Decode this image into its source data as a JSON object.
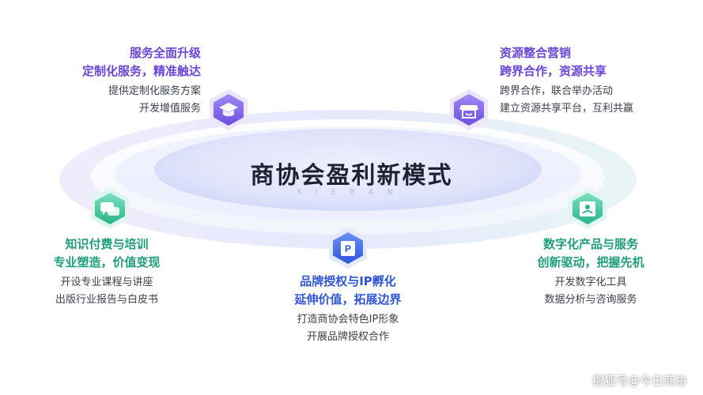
{
  "center": {
    "title": "商协会盈利新模式",
    "subtitle": "XIEBAN"
  },
  "items": [
    {
      "h1": "服务全面升级",
      "h2": "定制化服务，精准触达",
      "d1": "提供定制化服务方案",
      "d2": "开发增值服务",
      "icon": "graduation-cap-icon",
      "color": "#7c5ce8"
    },
    {
      "h1": "资源整合营销",
      "h2": "跨界合作，资源共享",
      "d1": "跨界合作，联合举办活动",
      "d2": "建立资源共享平台，互利共赢",
      "icon": "shop-icon",
      "color": "#7c5ce8"
    },
    {
      "h1": "知识付费与培训",
      "h2": "专业塑造，价值变现",
      "d1": "开设专业课程与讲座",
      "d2": "出版行业报告与白皮书",
      "icon": "chat-icon",
      "color": "#2fbf95"
    },
    {
      "h1": "品牌授权与IP孵化",
      "h2": "延伸价值，拓展边界",
      "d1": "打造商协会特色IP形象",
      "d2": "开展品牌授权合作",
      "icon": "brand-p-icon",
      "color": "#3766e8"
    },
    {
      "h1": "数字化产品与服务",
      "h2": "创新驱动，把握先机",
      "d1": "开发数字化工具",
      "d2": "数据分析与咨询服务",
      "icon": "digital-card-icon",
      "color": "#2fbf95"
    }
  ],
  "watermark": "搜狐号@今日商协"
}
